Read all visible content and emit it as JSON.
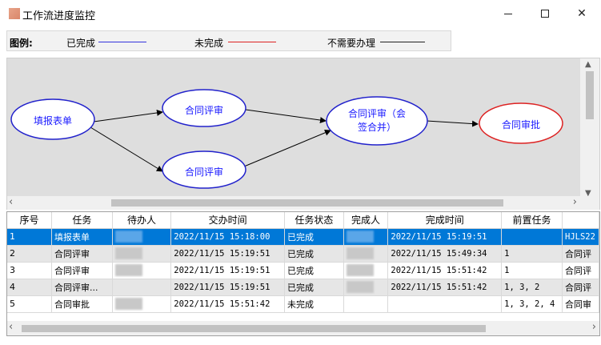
{
  "window": {
    "title": "工作流进度监控",
    "minimize_label": "—",
    "maximize_label": "□",
    "close_label": "✕"
  },
  "legend": {
    "title": "图例:",
    "items": [
      {
        "label": "已完成",
        "color": "#3333dd"
      },
      {
        "label": "未完成",
        "color": "#dd2222"
      },
      {
        "label": "不需要办理",
        "color": "#222222"
      }
    ]
  },
  "diagram": {
    "background": "#dedede",
    "nodes": [
      {
        "id": "n1",
        "label": "填报表单",
        "status": "已完成"
      },
      {
        "id": "n2",
        "label": "合同评审",
        "status": "已完成"
      },
      {
        "id": "n3",
        "label": "合同评审",
        "status": "已完成"
      },
      {
        "id": "n4",
        "label_line1": "合同评审（会",
        "label_line2": "签合并）",
        "status": "已完成"
      },
      {
        "id": "n5",
        "label": "合同审批",
        "status": "未完成"
      }
    ]
  },
  "table": {
    "columns": [
      "序号",
      "任务",
      "待办人",
      "交办时间",
      "任务状态",
      "完成人",
      "完成时间",
      "前置任务",
      ""
    ],
    "rows": [
      {
        "no": "1",
        "task": "填报表单",
        "assigned": "2022/11/15 15:18:00",
        "status": "已完成",
        "done_time": "2022/11/15 15:19:51",
        "prev": "",
        "extra": "HJLS22"
      },
      {
        "no": "2",
        "task": "合同评审",
        "assigned": "2022/11/15 15:19:51",
        "status": "已完成",
        "done_time": "2022/11/15 15:49:34",
        "prev": "1",
        "extra": "合同评"
      },
      {
        "no": "3",
        "task": "合同评审",
        "assigned": "2022/11/15 15:19:51",
        "status": "已完成",
        "done_time": "2022/11/15 15:51:42",
        "prev": "1",
        "extra": "合同评"
      },
      {
        "no": "4",
        "task": "合同评审...",
        "assigned": "2022/11/15 15:19:51",
        "status": "已完成",
        "done_time": "2022/11/15 15:51:42",
        "prev": "1, 3, 2",
        "extra": "合同评"
      },
      {
        "no": "5",
        "task": "合同审批",
        "assigned": "2022/11/15 15:51:42",
        "status": "未完成",
        "done_time": "",
        "prev": "1, 3, 2, 4",
        "extra": "合同审"
      }
    ]
  }
}
